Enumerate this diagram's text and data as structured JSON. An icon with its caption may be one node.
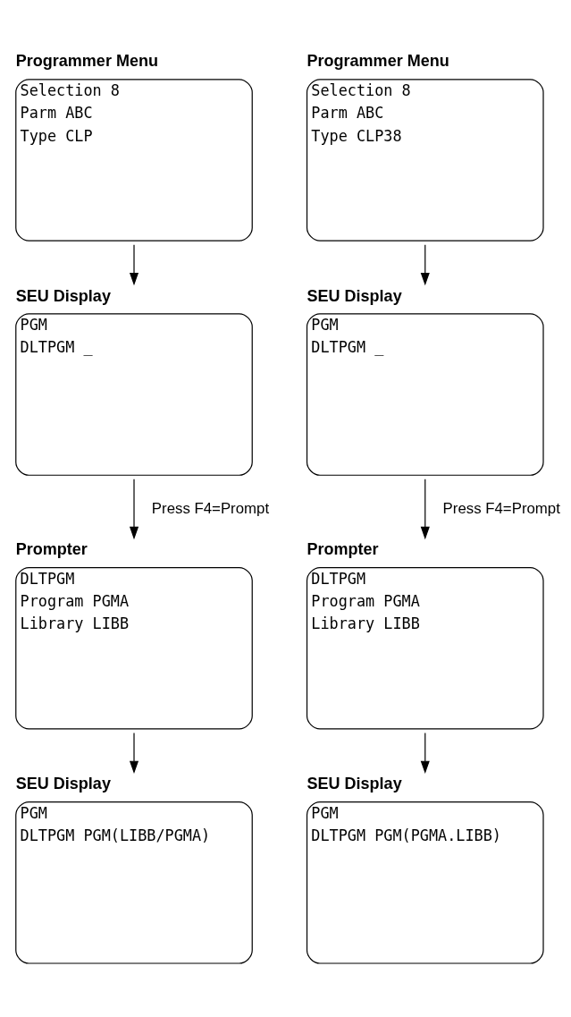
{
  "diagram": {
    "nodes": [
      {
        "text": [
          "Programmer Menu",
          "Selection 8",
          "Parm ABC",
          "Type CLP"
        ]
      },
      {
        "text": [
          "Programmer Menu",
          "Selection 8",
          "Parm ABC",
          "Type CLP38"
        ]
      },
      {
        "text": [
          "SEU Display",
          "PGM",
          "DLTPGM _"
        ]
      },
      {
        "text": [
          "SEU Display",
          "PGM",
          "DLTPGM _"
        ]
      },
      {
        "text": [
          "Prompter",
          "DLTPGM",
          "Program PGMA",
          "Library LIBB"
        ]
      },
      {
        "text": [
          "Prompter",
          "DLTPGM",
          "Program PGMA",
          "Library LIBB"
        ]
      },
      {
        "text": [
          "SEU Display",
          "PGM",
          "DLTPGM PGM(LIBB/PGMA)"
        ]
      },
      {
        "text": [
          "SEU Display",
          "PGM",
          "DLTPGM PGM(PGMA.LIBB)"
        ]
      }
    ],
    "edges": [
      {
        "from": 0,
        "to": 2,
        "arrow": "to"
      },
      {
        "from": 1,
        "to": 3,
        "arrow": "to"
      },
      {
        "from": 2,
        "to": 4,
        "arrow": "to",
        "label": "Press F4=Prompt"
      },
      {
        "from": 3,
        "to": 5,
        "arrow": "to",
        "label": "Press F4=Prompt"
      },
      {
        "from": 4,
        "to": 6,
        "arrow": "to"
      },
      {
        "from": 5,
        "to": 7,
        "arrow": "to"
      }
    ]
  }
}
